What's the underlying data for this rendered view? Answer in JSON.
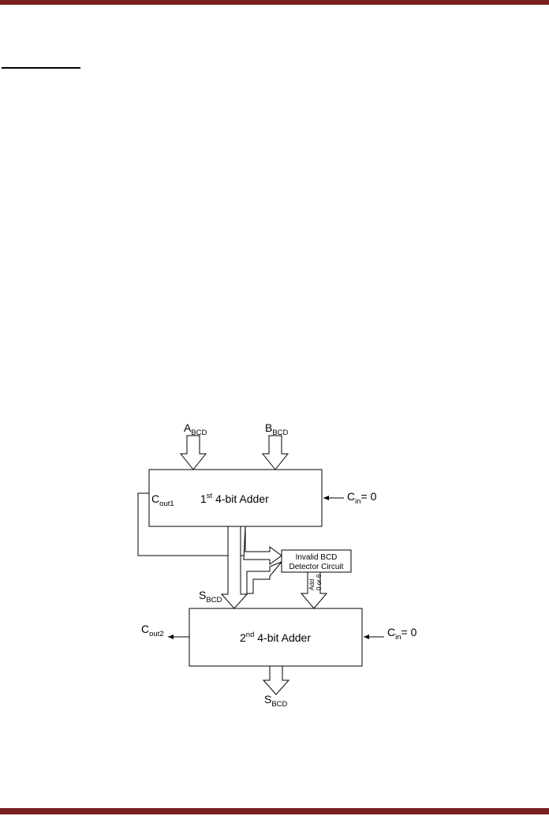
{
  "colors": {
    "rule": "#7a2020",
    "ink": "#000000",
    "background": "#ffffff"
  },
  "diagram": {
    "inputs": {
      "a": {
        "main": "A",
        "sub": "BCD"
      },
      "b": {
        "main": "B",
        "sub": "BCD"
      }
    },
    "adder1": {
      "ord_main": "1",
      "ord_sup": "st",
      "label": " 4-bit Adder"
    },
    "cin1": {
      "main": "C",
      "sub": "in",
      "rest": "= 0"
    },
    "cout1": {
      "main": "C",
      "sub": "out1"
    },
    "detector": {
      "line1": "Invalid BCD",
      "line2": "Detector Circuit"
    },
    "add_label": {
      "line1": "Add",
      "line2": "0 or 6"
    },
    "sum_mid": {
      "main": "S",
      "sub": "BCD"
    },
    "adder2": {
      "ord_main": "2",
      "ord_sup": "nd",
      "label": " 4-bit Adder"
    },
    "cin2": {
      "main": "C",
      "sub": "in",
      "rest": "= 0"
    },
    "cout2": {
      "main": "C",
      "sub": "out2"
    },
    "sum_out": {
      "main": "S",
      "sub": "BCD"
    }
  }
}
